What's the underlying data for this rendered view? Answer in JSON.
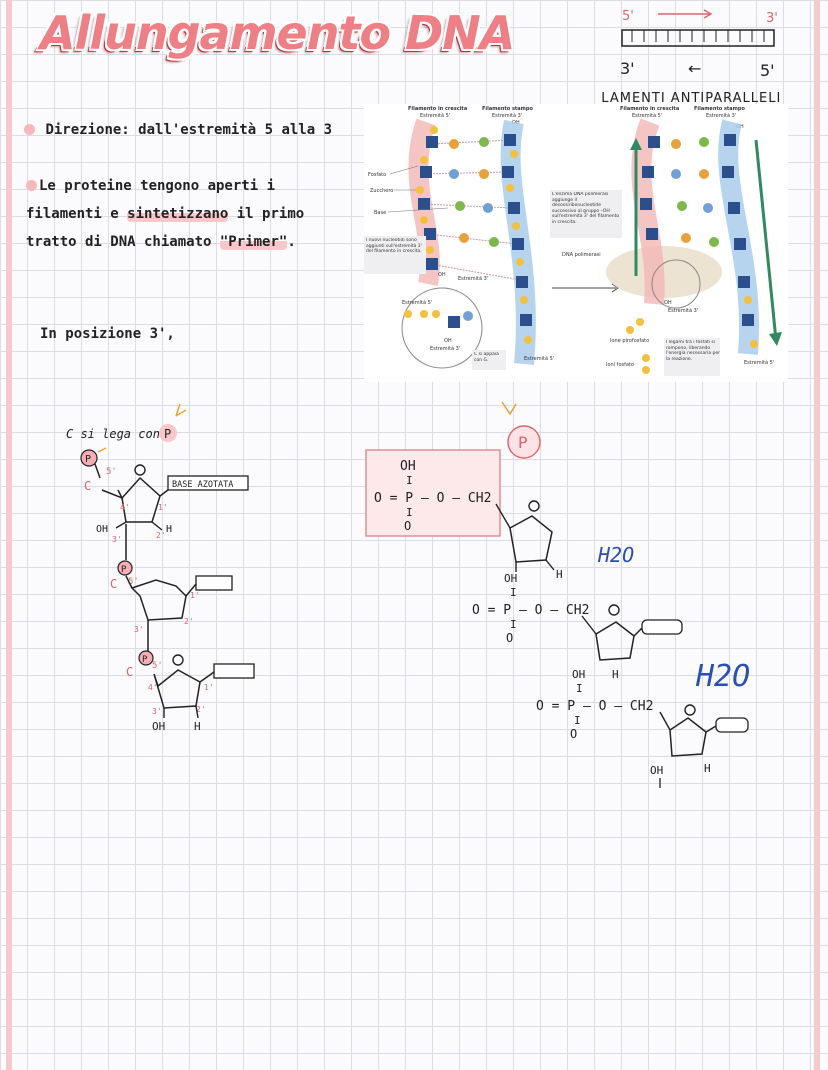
{
  "title": "Allungamento DNA",
  "header_diagram": {
    "five_prime_top": "5'",
    "three_prime_top": "3'",
    "left_bottom": "3'",
    "arrow_left": "←",
    "right_bottom": "5'",
    "caption": "FILAMENTI ANTIPARALLELI"
  },
  "notes": {
    "direction": "Direzione: dall'estremità 5 alla 3",
    "line1": "Le proteine tengono aperti i",
    "line2a": "filamenti e ",
    "line2b": "sintetizzano",
    "line2c": " il primo",
    "line3a": "tratto di DNA chiamato ",
    "line3b": "\"Primer\"",
    "line3c": ".",
    "position": "In posizione 3',"
  },
  "figure": {
    "left_growing": "Filamento in crescita",
    "left_growing_end": "Estremità 5'",
    "left_template": "Filamento stampo",
    "left_template_end": "Estremità 3'",
    "oh_top": "OH",
    "fosfato": "Fosfato",
    "zucchero": "Zucchero",
    "base": "Base",
    "nuovi": "I nuovi nucleotidi sono aggiunti sull'estremità 3' del filamento in crescita.",
    "oh_mid": "OH",
    "estremita3_mid": "Estremità 3'",
    "estremita5_zoom": "Estremità 5'",
    "oh_zoom": "OH",
    "estremita3_zoom": "Estremità 3'",
    "c_appaia": "C si appaia con G.",
    "estremita5_bottom": "Estremità 5'",
    "enzima": "L'enzima DNA polimerasi aggiunge il desossiribonucleotide successivo al gruppo –OH sull'estremità 3' del filamento in crescita.",
    "dna_polimerasi": "DNA polimerasi",
    "right_growing": "Filamento in crescita",
    "right_growing_end": "Estremità 5'",
    "right_template": "Filamento stampo",
    "right_template_end": "Estremità 3'",
    "oh_right": "OH",
    "oh_right_mid": "OH",
    "estremita3_right": "Estremità 3'",
    "ione_pirofosfato": "Ione pirofosfato",
    "ioni_fosfato": "Ioni fosfato",
    "legami": "I legami tra i fosfati si rompono, liberando l'energia necessaria per la reazione.",
    "estremita5_right": "Estremità 5'"
  },
  "left_sketch": {
    "c_lega": "C si lega con",
    "p": "P",
    "base_azotata": "BASE AZOTATA",
    "five": "5'",
    "four": "4'",
    "one": "1'",
    "three": "3'",
    "two": "2'",
    "oh": "OH",
    "h": "H",
    "c": "C"
  },
  "right_sketch": {
    "p_circle": "P",
    "oh": "OH",
    "phosphate": "O = P – O – CH2",
    "o_top": "I",
    "o_bottom": "O",
    "h": "H",
    "h2o_1": "H2O",
    "h2o_2": "H2O"
  }
}
